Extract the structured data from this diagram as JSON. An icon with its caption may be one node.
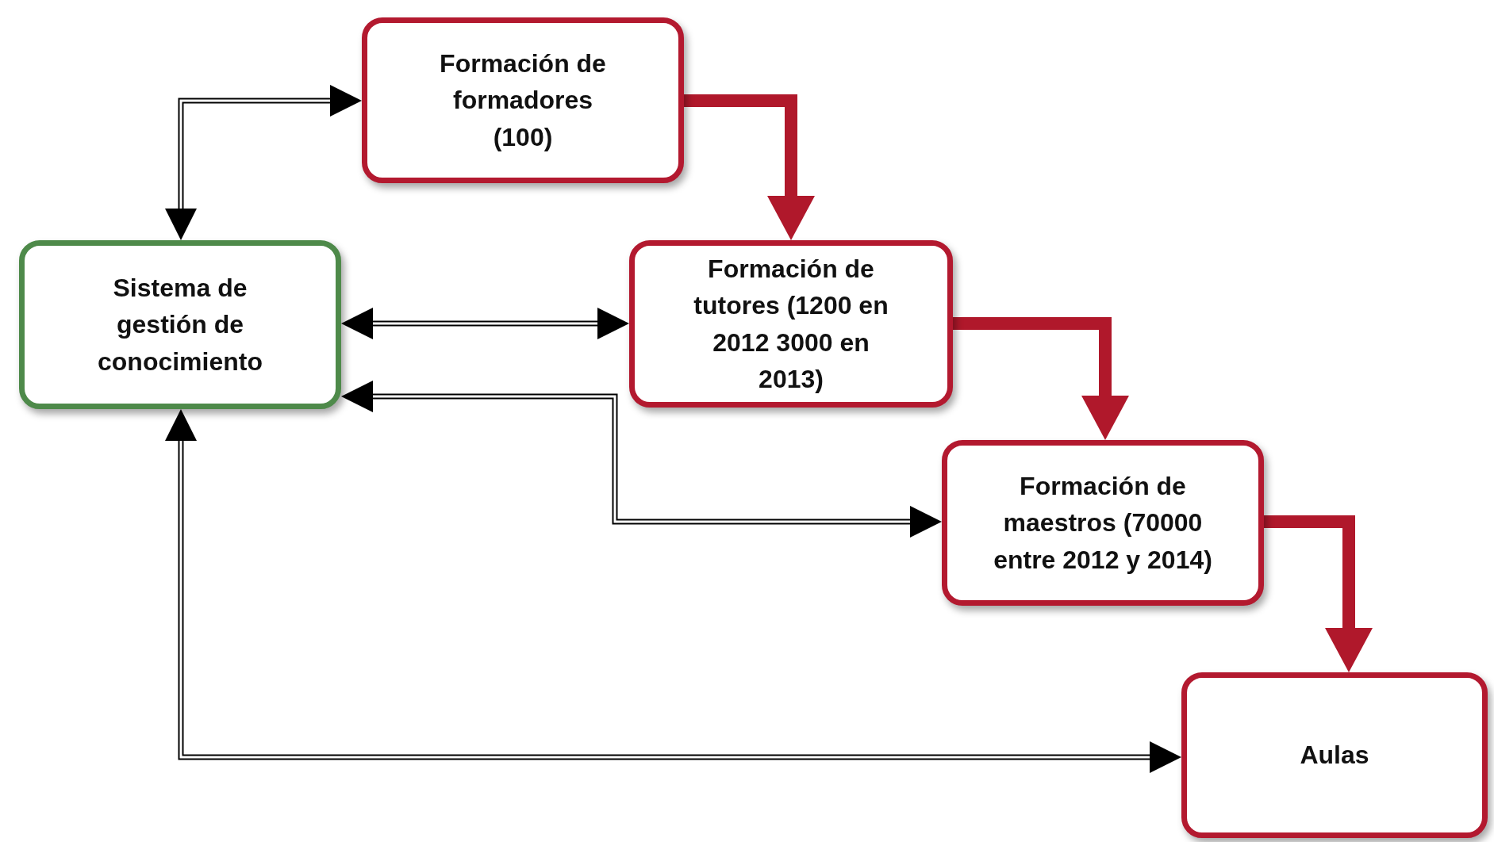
{
  "diagram": {
    "nodes": [
      {
        "text": [
          "Sistema de gestión de conocimiento"
        ]
      },
      {
        "text": [
          "Formación de formadores (100)"
        ]
      },
      {
        "text": [
          "Formación de tutores (1200 en 2012 3000 en 2013)"
        ]
      },
      {
        "text": [
          "Formación de maestros (70000 entre 2012 y 2014)"
        ]
      },
      {
        "text": [
          "Aulas"
        ]
      }
    ],
    "edges": [
      {
        "from": 0,
        "to": 1,
        "arrow": "both"
      },
      {
        "from": 0,
        "to": 2,
        "arrow": "both"
      },
      {
        "from": 0,
        "to": 3,
        "arrow": "both"
      },
      {
        "from": 0,
        "to": 4,
        "arrow": "both"
      },
      {
        "from": 1,
        "to": 2,
        "arrow": "to",
        "style": "thick",
        "color": "#b0182b"
      },
      {
        "from": 2,
        "to": 3,
        "arrow": "to",
        "style": "thick",
        "color": "#b0182b"
      },
      {
        "from": 3,
        "to": 4,
        "arrow": "to",
        "style": "thick",
        "color": "#b0182b"
      }
    ]
  }
}
